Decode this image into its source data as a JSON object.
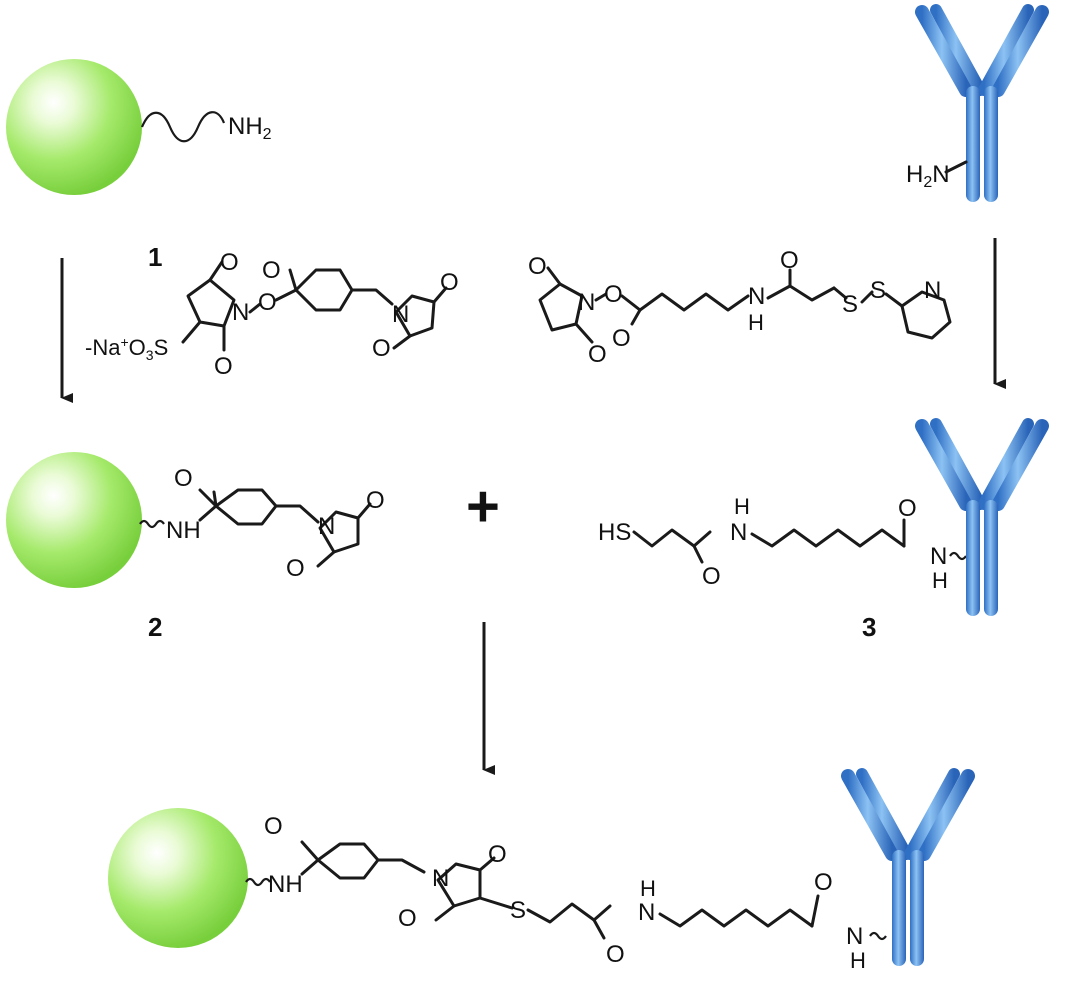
{
  "labels": {
    "compound_1": "1",
    "compound_2": "2",
    "compound_3": "3",
    "plus": "+"
  },
  "colors": {
    "particle": "#9ee46a",
    "antibody": "#4b8fdc"
  },
  "icons": {
    "particle": "green-sphere",
    "antibody": "antibody-y"
  }
}
